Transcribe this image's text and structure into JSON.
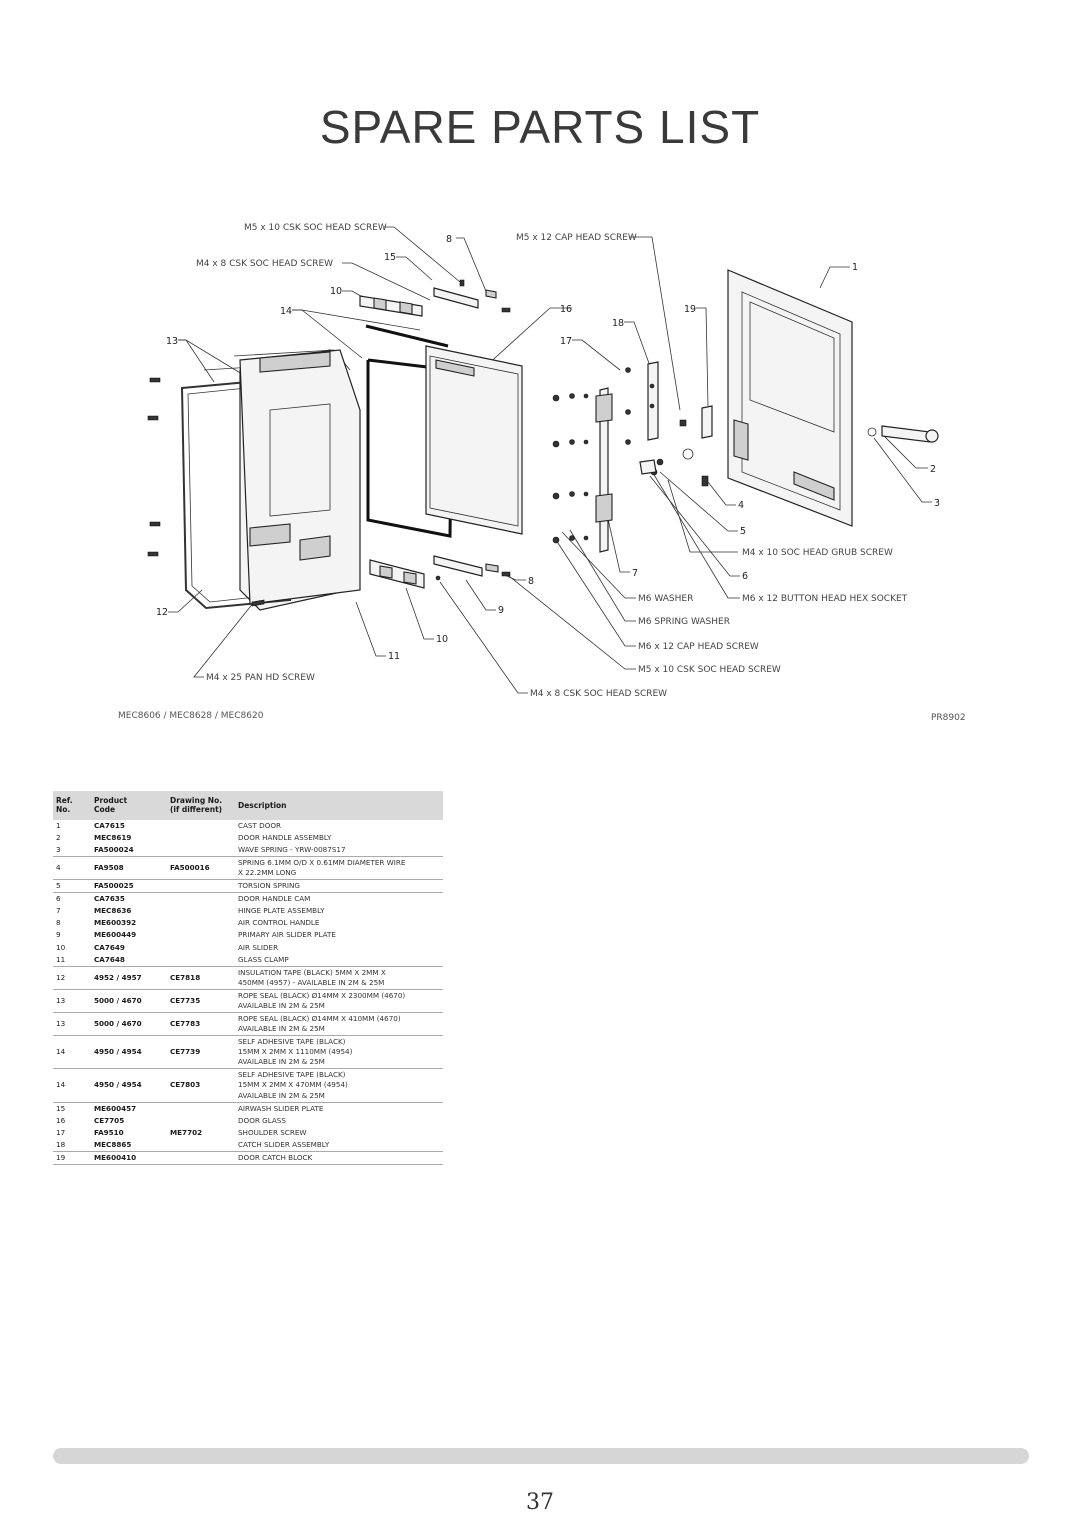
{
  "page": {
    "title": "SPARE PARTS LIST",
    "page_number": "37",
    "models": "MEC8606 / MEC8628 / MEC8620",
    "drawing_ref": "PR8902"
  },
  "diagram": {
    "callouts": {
      "m5_10_csk_top": "M5 x 10 CSK SOC HEAD SCREW",
      "m4_8_csk_top": "M4 x 8 CSK SOC HEAD SCREW",
      "m5_12_cap": "M5 x 12 CAP HEAD SCREW",
      "m4_10_grub": "M4 x 10 SOC HEAD GRUB SCREW",
      "m6_washer": "M6 WASHER",
      "m6_button": "M6 x 12 BUTTON HEAD HEX SOCKET",
      "m6_spring": "M6 SPRING WASHER",
      "m6_cap": "M6 x 12 CAP HEAD SCREW",
      "m5_10_csk_bottom": "M5 x 10 CSK SOC HEAD SCREW",
      "m4_8_csk_bottom": "M4 x 8 CSK SOC HEAD SCREW",
      "m4_25_pan": "M4 x 25 PAN HD SCREW"
    },
    "numbers": [
      "1",
      "2",
      "3",
      "4",
      "5",
      "6",
      "7",
      "8",
      "8",
      "9",
      "10",
      "10",
      "11",
      "12",
      "13",
      "14",
      "15",
      "16",
      "17",
      "18",
      "19"
    ]
  },
  "table": {
    "headers": {
      "ref": "Ref.\nNo.",
      "product": "Product\nCode",
      "drawing": "Drawing No.\n(if different)",
      "description": "Description"
    },
    "rows": [
      {
        "ref": "1",
        "code": "CA7615",
        "drawing": "",
        "desc": "CAST DOOR"
      },
      {
        "ref": "2",
        "code": "MEC8619",
        "drawing": "",
        "desc": "DOOR HANDLE ASSEMBLY"
      },
      {
        "ref": "3",
        "code": "FA500024",
        "drawing": "",
        "desc": "WAVE SPRING - YRW-0087S17"
      },
      {
        "ref": "4",
        "code": "FA9508",
        "drawing": "FA500016",
        "desc": "SPRING 6.1MM O/D X 0.61MM DIAMETER WIRE\nX 22.2MM LONG"
      },
      {
        "ref": "5",
        "code": "FA500025",
        "drawing": "",
        "desc": "TORSION SPRING"
      },
      {
        "ref": "6",
        "code": "CA7635",
        "drawing": "",
        "desc": "DOOR HANDLE CAM"
      },
      {
        "ref": "7",
        "code": "MEC8636",
        "drawing": "",
        "desc": "HINGE PLATE ASSEMBLY"
      },
      {
        "ref": "8",
        "code": "ME600392",
        "drawing": "",
        "desc": "AIR CONTROL HANDLE"
      },
      {
        "ref": "9",
        "code": "ME600449",
        "drawing": "",
        "desc": "PRIMARY AIR SLIDER PLATE"
      },
      {
        "ref": "10",
        "code": "CA7649",
        "drawing": "",
        "desc": "AIR SLIDER"
      },
      {
        "ref": "11",
        "code": "CA7648",
        "drawing": "",
        "desc": "GLASS CLAMP"
      },
      {
        "ref": "12",
        "code": "4952 / 4957",
        "drawing": "CE7818",
        "desc": "INSULATION TAPE (BLACK) 5MM X 2MM X\n450MM (4957) - AVAILABLE IN 2M & 25M"
      },
      {
        "ref": "13",
        "code": "5000 / 4670",
        "drawing": "CE7735",
        "desc": "ROPE SEAL (BLACK) Ø14MM X 2300MM (4670)\nAVAILABLE IN 2M & 25M"
      },
      {
        "ref": "13",
        "code": "5000 / 4670",
        "drawing": "CE7783",
        "desc": "ROPE SEAL (BLACK) Ø14MM X 410MM (4670)\nAVAILABLE IN 2M & 25M"
      },
      {
        "ref": "14",
        "code": "4950 / 4954",
        "drawing": "CE7739",
        "desc": "SELF ADHESIVE TAPE (BLACK)\n15MM X 2MM X 1110MM (4954)\nAVAILABLE IN 2M & 25M"
      },
      {
        "ref": "14",
        "code": "4950 / 4954",
        "drawing": "CE7803",
        "desc": "SELF ADHESIVE TAPE (BLACK)\n15MM X 2MM X 470MM (4954)\nAVAILABLE IN 2M & 25M"
      },
      {
        "ref": "15",
        "code": "ME600457",
        "drawing": "",
        "desc": "AIRWASH SLIDER PLATE"
      },
      {
        "ref": "16",
        "code": "CE7705",
        "drawing": "",
        "desc": "DOOR GLASS"
      },
      {
        "ref": "17",
        "code": "FA9510",
        "drawing": "ME7702",
        "desc": "SHOULDER SCREW"
      },
      {
        "ref": "18",
        "code": "MEC8865",
        "drawing": "",
        "desc": "CATCH SLIDER ASSEMBLY"
      },
      {
        "ref": "19",
        "code": "ME600410",
        "drawing": "",
        "desc": "DOOR CATCH BLOCK"
      }
    ]
  }
}
